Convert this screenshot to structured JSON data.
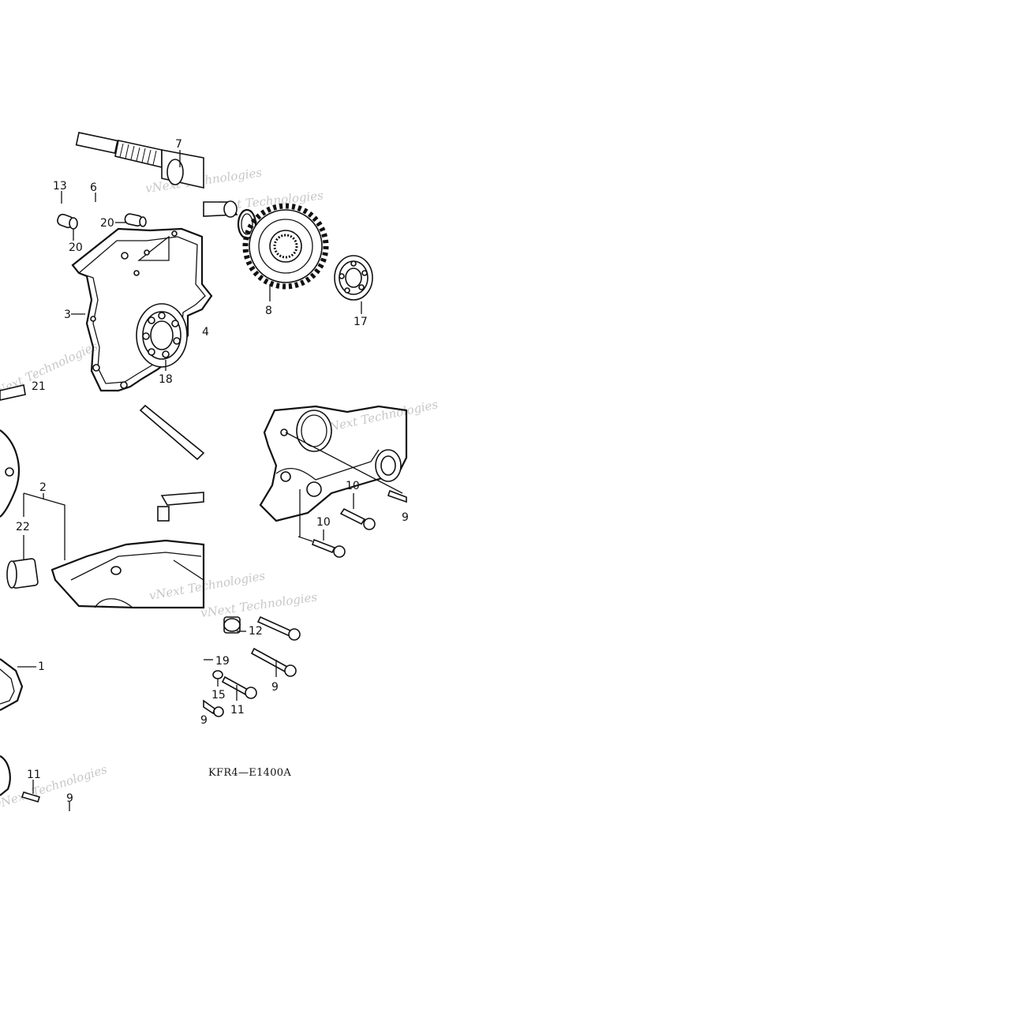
{
  "diagram": {
    "code": "KFR4—E1400A",
    "watermark": "vNext Technologies",
    "callouts": {
      "c7": "7",
      "c13": "13",
      "c6": "6",
      "c20a": "20",
      "c20b": "20",
      "c3": "3",
      "c8": "8",
      "c17": "17",
      "c18": "18",
      "c21": "21",
      "c2": "2",
      "c22": "22",
      "c10a": "10",
      "c10b": "10",
      "c12": "12",
      "c19": "19",
      "c9a": "9",
      "c15": "15",
      "c11a": "11",
      "c1": "1",
      "c11b": "11",
      "c9b": "9",
      "c9c": "9",
      "c4": "4",
      "c9d": "9"
    }
  }
}
